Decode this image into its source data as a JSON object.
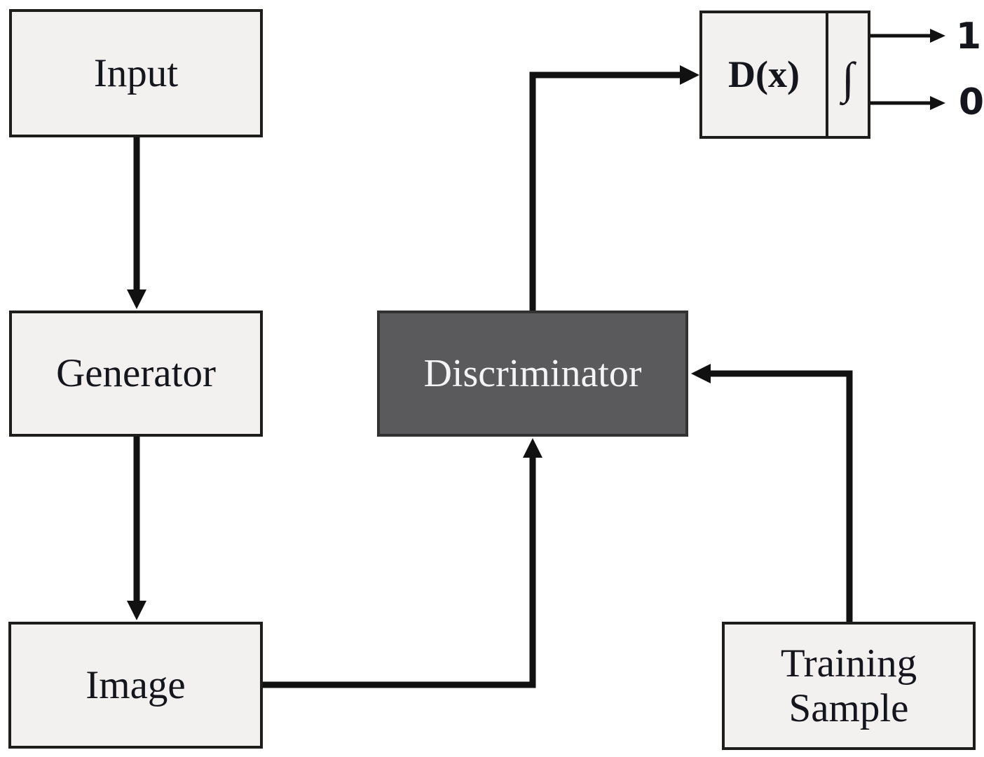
{
  "boxes": {
    "input": {
      "label": "Input"
    },
    "generator": {
      "label": "Generator"
    },
    "image": {
      "label": "Image"
    },
    "discriminator": {
      "label": "Discriminator"
    },
    "dx": {
      "label": "D(x)",
      "integral": "∫"
    },
    "training_sample": {
      "line1": "Training",
      "line2": "Sample"
    }
  },
  "outputs": {
    "real": "1",
    "fake": "0"
  },
  "colors": {
    "box_fill": "#f2f1ef",
    "box_border": "#1d1d1b",
    "dark_fill": "#5a595b",
    "dark_border": "#323232",
    "arrow": "#111111",
    "text": "#15151d",
    "dark_text": "#f4f3f5",
    "bg": "#ffffff"
  }
}
